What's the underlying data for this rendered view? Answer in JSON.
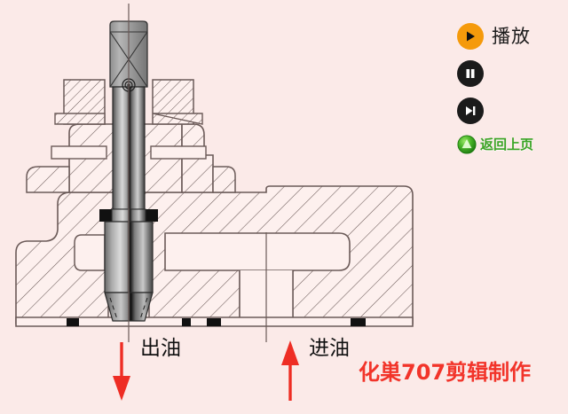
{
  "page": {
    "background_color": "#fbeae8",
    "title": "油压阀剖视动画"
  },
  "controls": {
    "play": {
      "label": "播放",
      "icon": "play-icon",
      "color": "#f59a0b"
    },
    "pause": {
      "label": "",
      "icon": "pause-icon",
      "color": "#1b1b1b"
    },
    "next": {
      "label": "",
      "icon": "next-track-icon",
      "color": "#1b1b1b"
    },
    "back": {
      "label": "返回上页",
      "icon": "back-up-icon",
      "color": "#3aa425"
    }
  },
  "flow": {
    "outlet": {
      "label": "出油",
      "arrow": "arrow-down-icon",
      "color": "#ee2d24"
    },
    "inlet": {
      "label": "进油",
      "arrow": "arrow-up-icon",
      "color": "#ee2d24"
    }
  },
  "watermark": {
    "text": "化巣707剪辑制作",
    "color": "#f2342a"
  },
  "drawing": {
    "line_color": "#6b5a58",
    "hatch_color": "#6b5a58",
    "body_fill": "#fdf0ee",
    "gasket_color": "#111111",
    "centerline_color": "#6b5a58",
    "parts": [
      "hex-nut",
      "valve-stem",
      "gland-nut",
      "bonnet-flange",
      "valve-body",
      "plunger",
      "needle-cone",
      "outlet-chamber",
      "inlet-port",
      "base-plate",
      "base-gaskets"
    ]
  }
}
